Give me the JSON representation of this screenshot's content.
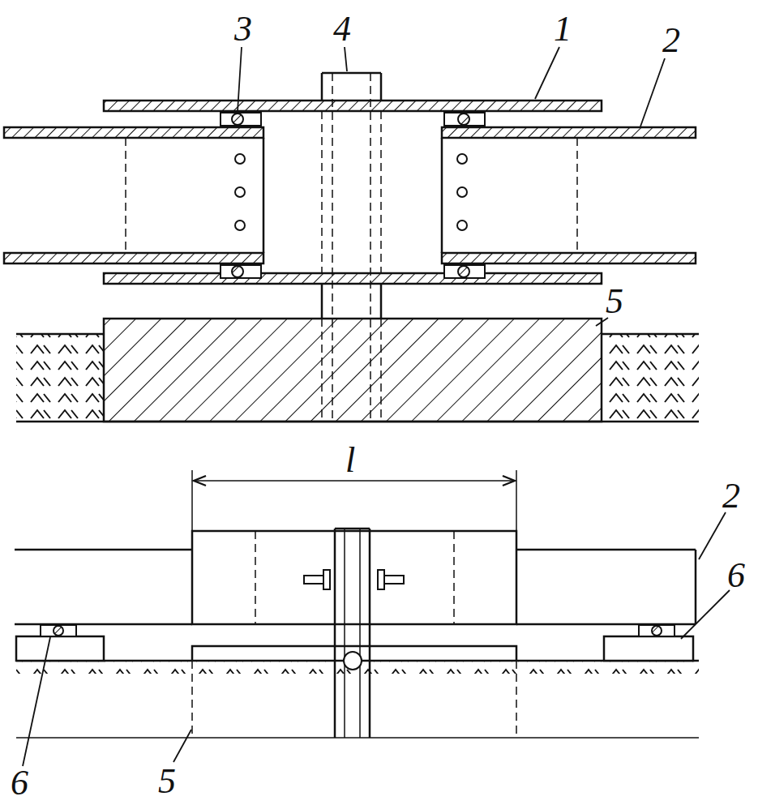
{
  "diagram": {
    "labels": [
      "3",
      "4",
      "1",
      "2",
      "5",
      "l",
      "2",
      "6",
      "6",
      "5"
    ]
  }
}
